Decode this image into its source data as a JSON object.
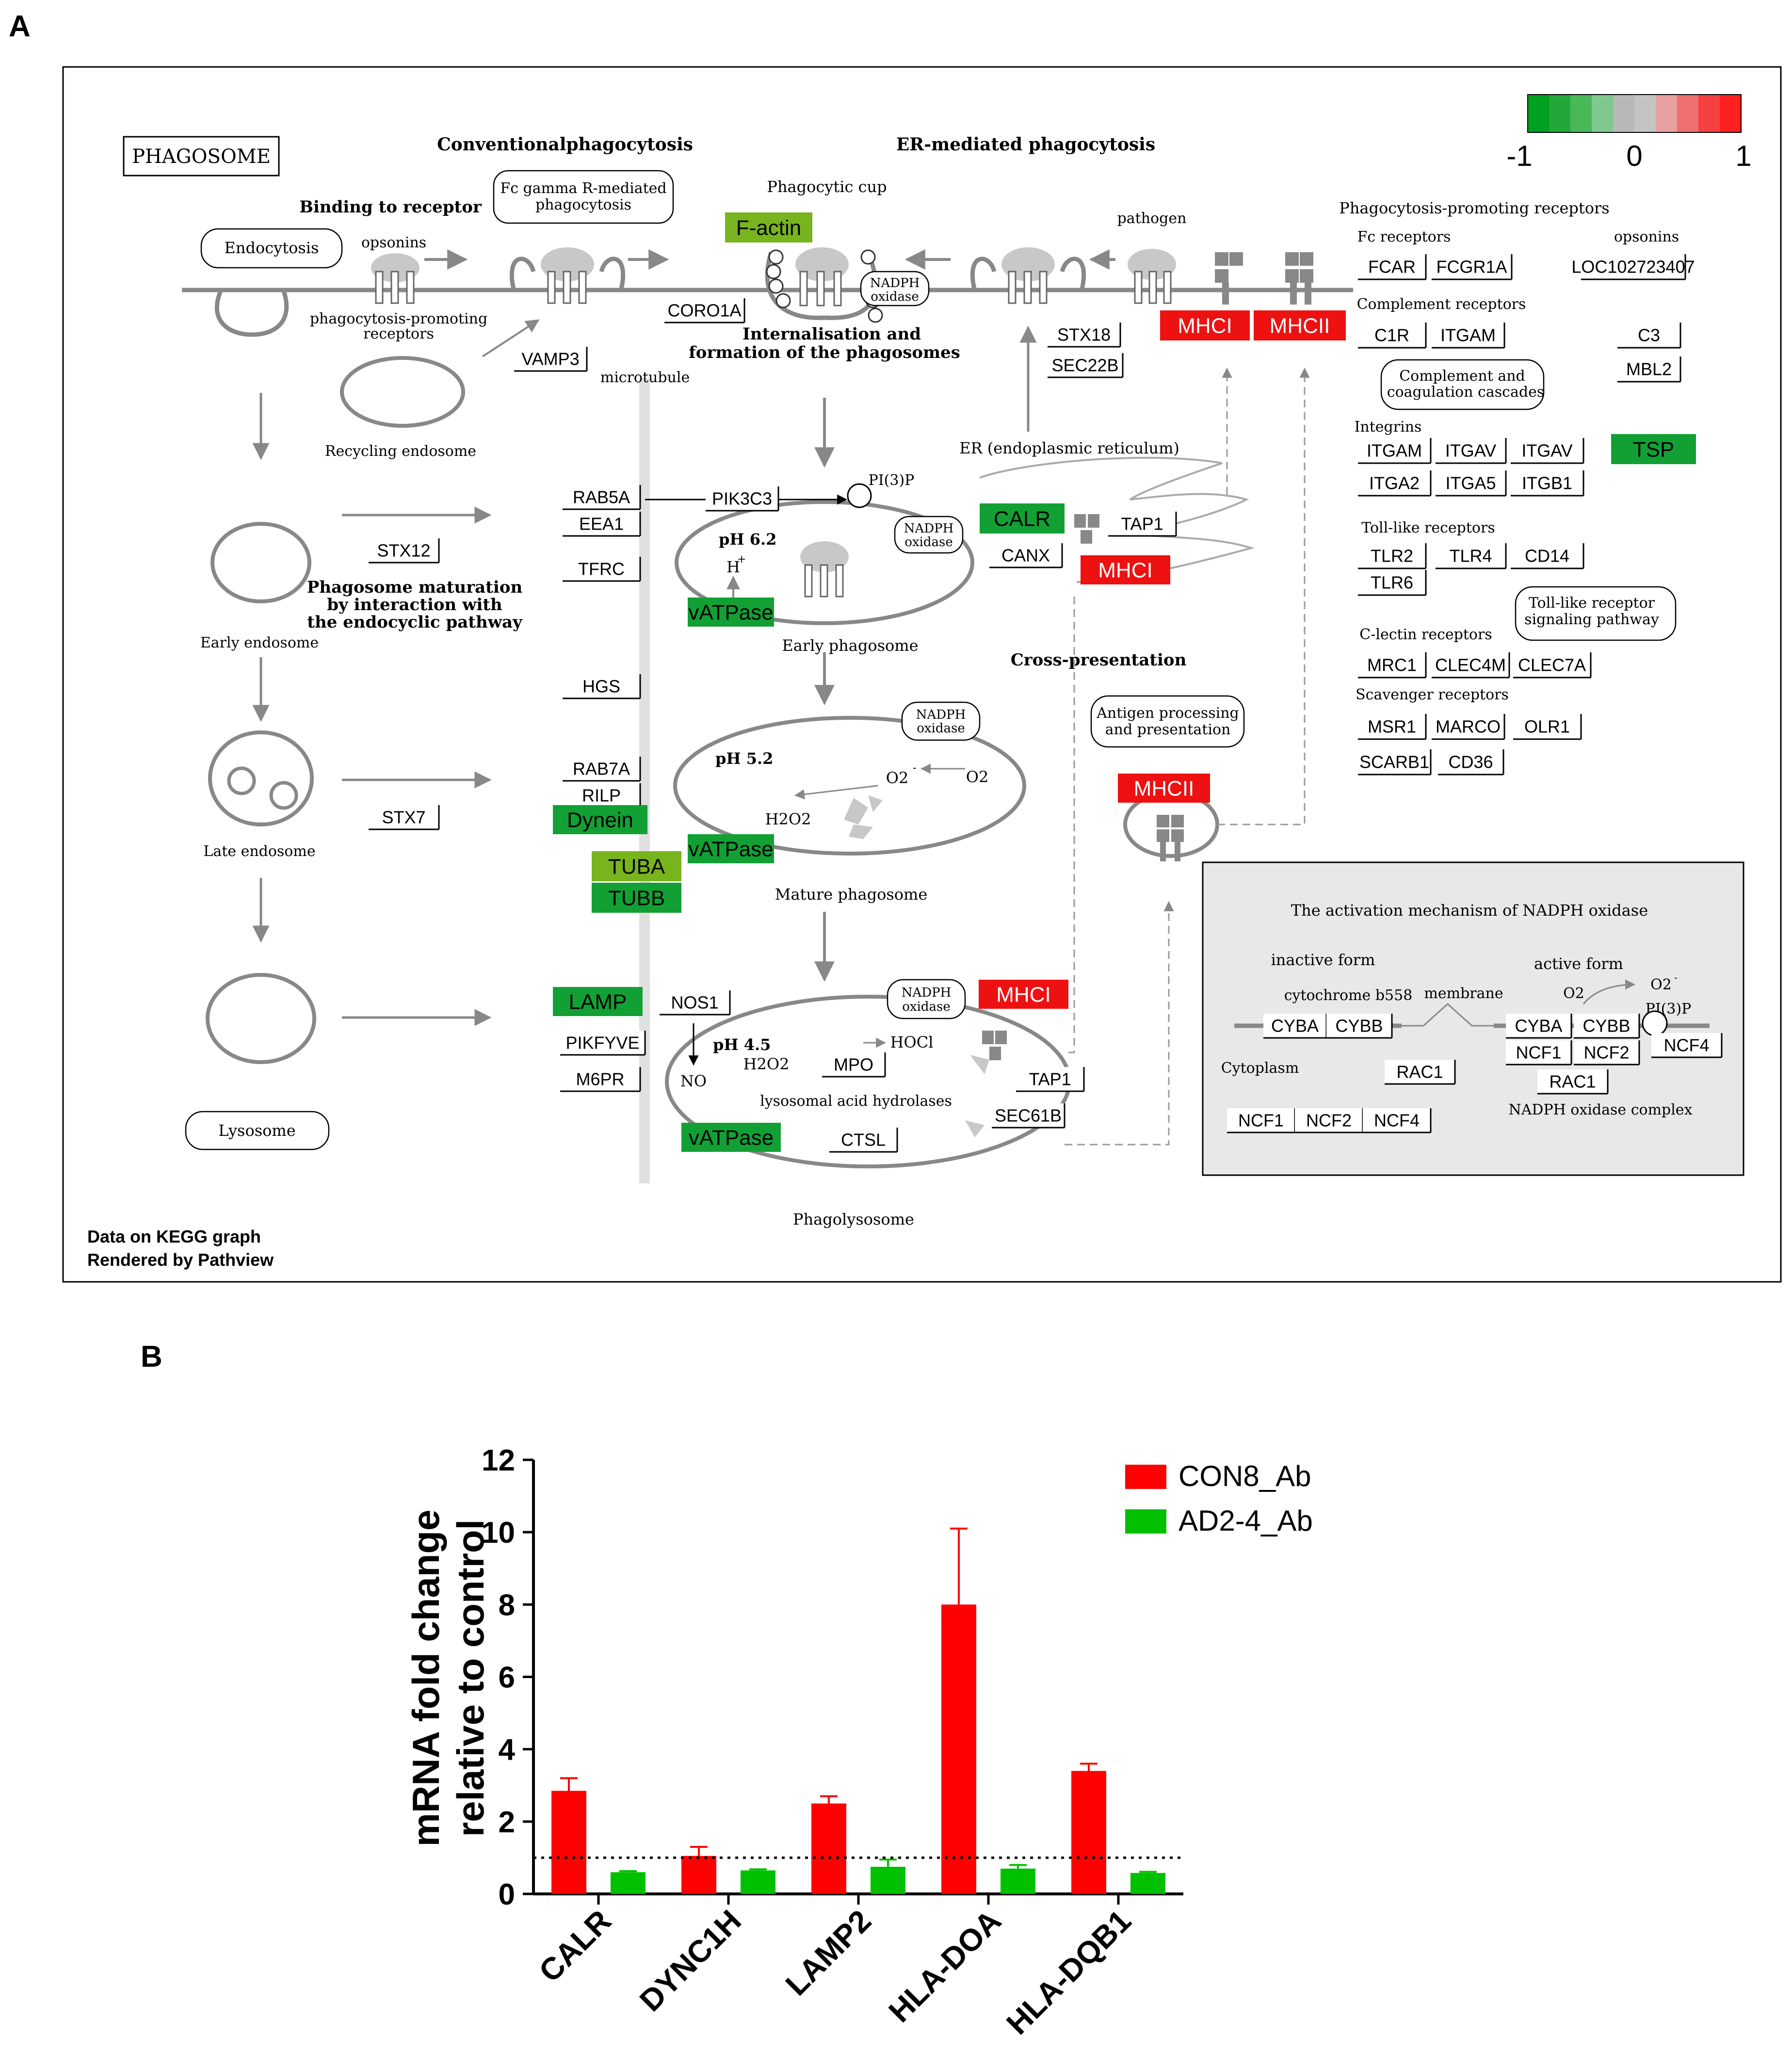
{
  "panel_a": {
    "panel_label": "A",
    "title": "PHAGOSOME",
    "section_conventional": "Conventionalphagocytosis",
    "section_er": "ER-mediated phagocytosis",
    "binding_to_receptor": "Binding to receptor",
    "fc_gamma_line1": "Fc gamma R-mediated",
    "fc_gamma_line2": "phagocytosis",
    "phagocytic_cup": "Phagocytic cup",
    "endocytosis": "Endocytosis",
    "opsonins": "opsonins",
    "ppr_line1": "phagocytosis-promoting",
    "ppr_line2": "receptors",
    "recycling_endosome": "Recycling endosome",
    "early_endosome": "Early endosome",
    "late_endosome": "Late endosome",
    "lysosome": "Lysosome",
    "microtubule": "microtubule",
    "internalisation_line1": "Internalisation and",
    "internalisation_line2": "formation of the phagosomes",
    "maturation_line1": "Phagosome maturation",
    "maturation_line2": "by interaction with",
    "maturation_line3": "the endocyclic pathway",
    "pathogen": "pathogen",
    "er_label": "ER (endoplasmic reticulum)",
    "cross_presentation": "Cross-presentation",
    "antigen_line1": "Antigen processing",
    "antigen_line2": "and presentation",
    "early_phagosome": "Early phagosome",
    "mature_phagosome": "Mature phagosome",
    "phagolysosome": "Phagolysosome",
    "ph62": "pH 6.2",
    "ph52": "pH 5.2",
    "ph45": "pH 4.5",
    "h_plus": "H",
    "plus_sup": "+",
    "pi3p": "PI(3)P",
    "nadph": "NADPH",
    "oxidase": "oxidase",
    "o2": "O2",
    "o2_minus": "O2",
    "minus_sup": "-",
    "h2o2": "H2O2",
    "hocl": "HOCl",
    "no": "NO",
    "hydrolases": "lysosomal acid hydrolases",
    "ppr_header": "Phagocytosis-promoting receptors",
    "fc_receptors": "Fc receptors",
    "opsonins_right": "opsonins",
    "complement_receptors": "Complement receptors",
    "complement_cascades_line1": "Complement and",
    "complement_cascades_line2": "coagulation cascades",
    "integrins": "Integrins",
    "tlr": "Toll-like receptors",
    "tlr_path_line1": "Toll-like receptor",
    "tlr_path_line2": "signaling pathway",
    "clectin": "C-lectin receptors",
    "scavenger": "Scavenger receptors",
    "footer_line1": "Data on KEGG graph",
    "footer_line2": "Rendered by Pathview",
    "legend_min": "-1",
    "legend_mid": "0",
    "legend_max": "1",
    "legend_colors": [
      "#00a020",
      "#22a83a",
      "#48b858",
      "#80c890",
      "#b8b8b8",
      "#c4c4c4",
      "#e8a0a0",
      "#ee7070",
      "#f44040",
      "#ff2020"
    ],
    "nadph_mech": {
      "title": "The activation mechanism of NADPH oxidase",
      "inactive_form": "inactive form",
      "active_form": "active form",
      "cytochrome": "cytochrome b558",
      "membrane": "membrane",
      "cytoplasm": "Cytoplasm",
      "complex": "NADPH oxidase complex",
      "o2": "O2",
      "o2_minus": "O2",
      "pi3p": "PI(3)P"
    },
    "colors": {
      "green": "#12a034",
      "light_green": "#78b41e",
      "red": "#ee1111",
      "white": "#ffffff"
    },
    "genes": {
      "f_actin": "F-actin",
      "coro1a": "CORO1A",
      "vamp3": "VAMP3",
      "stx18": "STX18",
      "sec22b": "SEC22B",
      "mhci_top": "MHCI",
      "mhcii_top": "MHCII",
      "fcar": "FCAR",
      "fcgr1a": "FCGR1A",
      "loc": "LOC102723407",
      "c1r": "C1R",
      "itgam_c": "ITGAM",
      "c3": "C3",
      "mbl2": "MBL2",
      "itgam": "ITGAM",
      "itgav1": "ITGAV",
      "itgav2": "ITGAV",
      "tsp": "TSP",
      "itga2": "ITGA2",
      "itga5": "ITGA5",
      "itgb1": "ITGB1",
      "tlr2": "TLR2",
      "tlr4": "TLR4",
      "cd14": "CD14",
      "tlr6": "TLR6",
      "mrc1": "MRC1",
      "clec4m": "CLEC4M",
      "clec7a": "CLEC7A",
      "msr1": "MSR1",
      "marco": "MARCO",
      "olr1": "OLR1",
      "scarb1": "SCARB1",
      "cd36": "CD36",
      "rab5a": "RAB5A",
      "eea1": "EEA1",
      "pik3c3": "PIK3C3",
      "stx12": "STX12",
      "tfrc": "TFRC",
      "vatpase1": "vATPase",
      "calr": "CALR",
      "tap1_top": "TAP1",
      "canx": "CANX",
      "mhci_mid": "MHCI",
      "hgs": "HGS",
      "rab7a": "RAB7A",
      "rilp": "RILP",
      "dynein": "Dynein",
      "stx7": "STX7",
      "vatpase2": "vATPase",
      "tuba": "TUBA",
      "tubb": "TUBB",
      "mhcii_mid": "MHCII",
      "lamp": "LAMP",
      "nos1": "NOS1",
      "pikfyve": "PIKFYVE",
      "m6pr": "M6PR",
      "mpo": "MPO",
      "mhci_bot": "MHCI",
      "tap1_bot": "TAP1",
      "sec61b": "SEC61B",
      "vatpase3": "vATPase",
      "ctsl": "CTSL",
      "cyba_in": "CYBA",
      "cybb_in": "CYBB",
      "rac1_in": "RAC1",
      "ncf1_in": "NCF1",
      "ncf2_in": "NCF2",
      "ncf4_in": "NCF4",
      "cyba_act": "CYBA",
      "cybb_act": "CYBB",
      "ncf1_act": "NCF1",
      "ncf2_act": "NCF2",
      "ncf4_act": "NCF4",
      "rac1_act": "RAC1"
    }
  },
  "panel_b": {
    "panel_label": "B",
    "ylabel_line1": "mRNA fold change",
    "ylabel_line2": "relative to control"
  },
  "chart_data": {
    "type": "bar",
    "categories": [
      "CALR",
      "DYNC1H",
      "LAMP2",
      "HLA-DOA",
      "HLA-DQB1"
    ],
    "series": [
      {
        "name": "CON8_Ab",
        "color": "#ff0000",
        "values": [
          2.85,
          1.05,
          2.5,
          8.0,
          3.4
        ],
        "errors": [
          0.35,
          0.25,
          0.2,
          2.1,
          0.2
        ]
      },
      {
        "name": "AD2-4_Ab",
        "color": "#00c000",
        "values": [
          0.6,
          0.65,
          0.75,
          0.7,
          0.58
        ],
        "errors": [
          0.03,
          0.03,
          0.2,
          0.1,
          0.03
        ]
      }
    ],
    "reference_line": 1,
    "ylim": [
      0,
      12
    ],
    "yticks": [
      0,
      2,
      4,
      6,
      8,
      10,
      12
    ],
    "legend_position": "top-right"
  }
}
